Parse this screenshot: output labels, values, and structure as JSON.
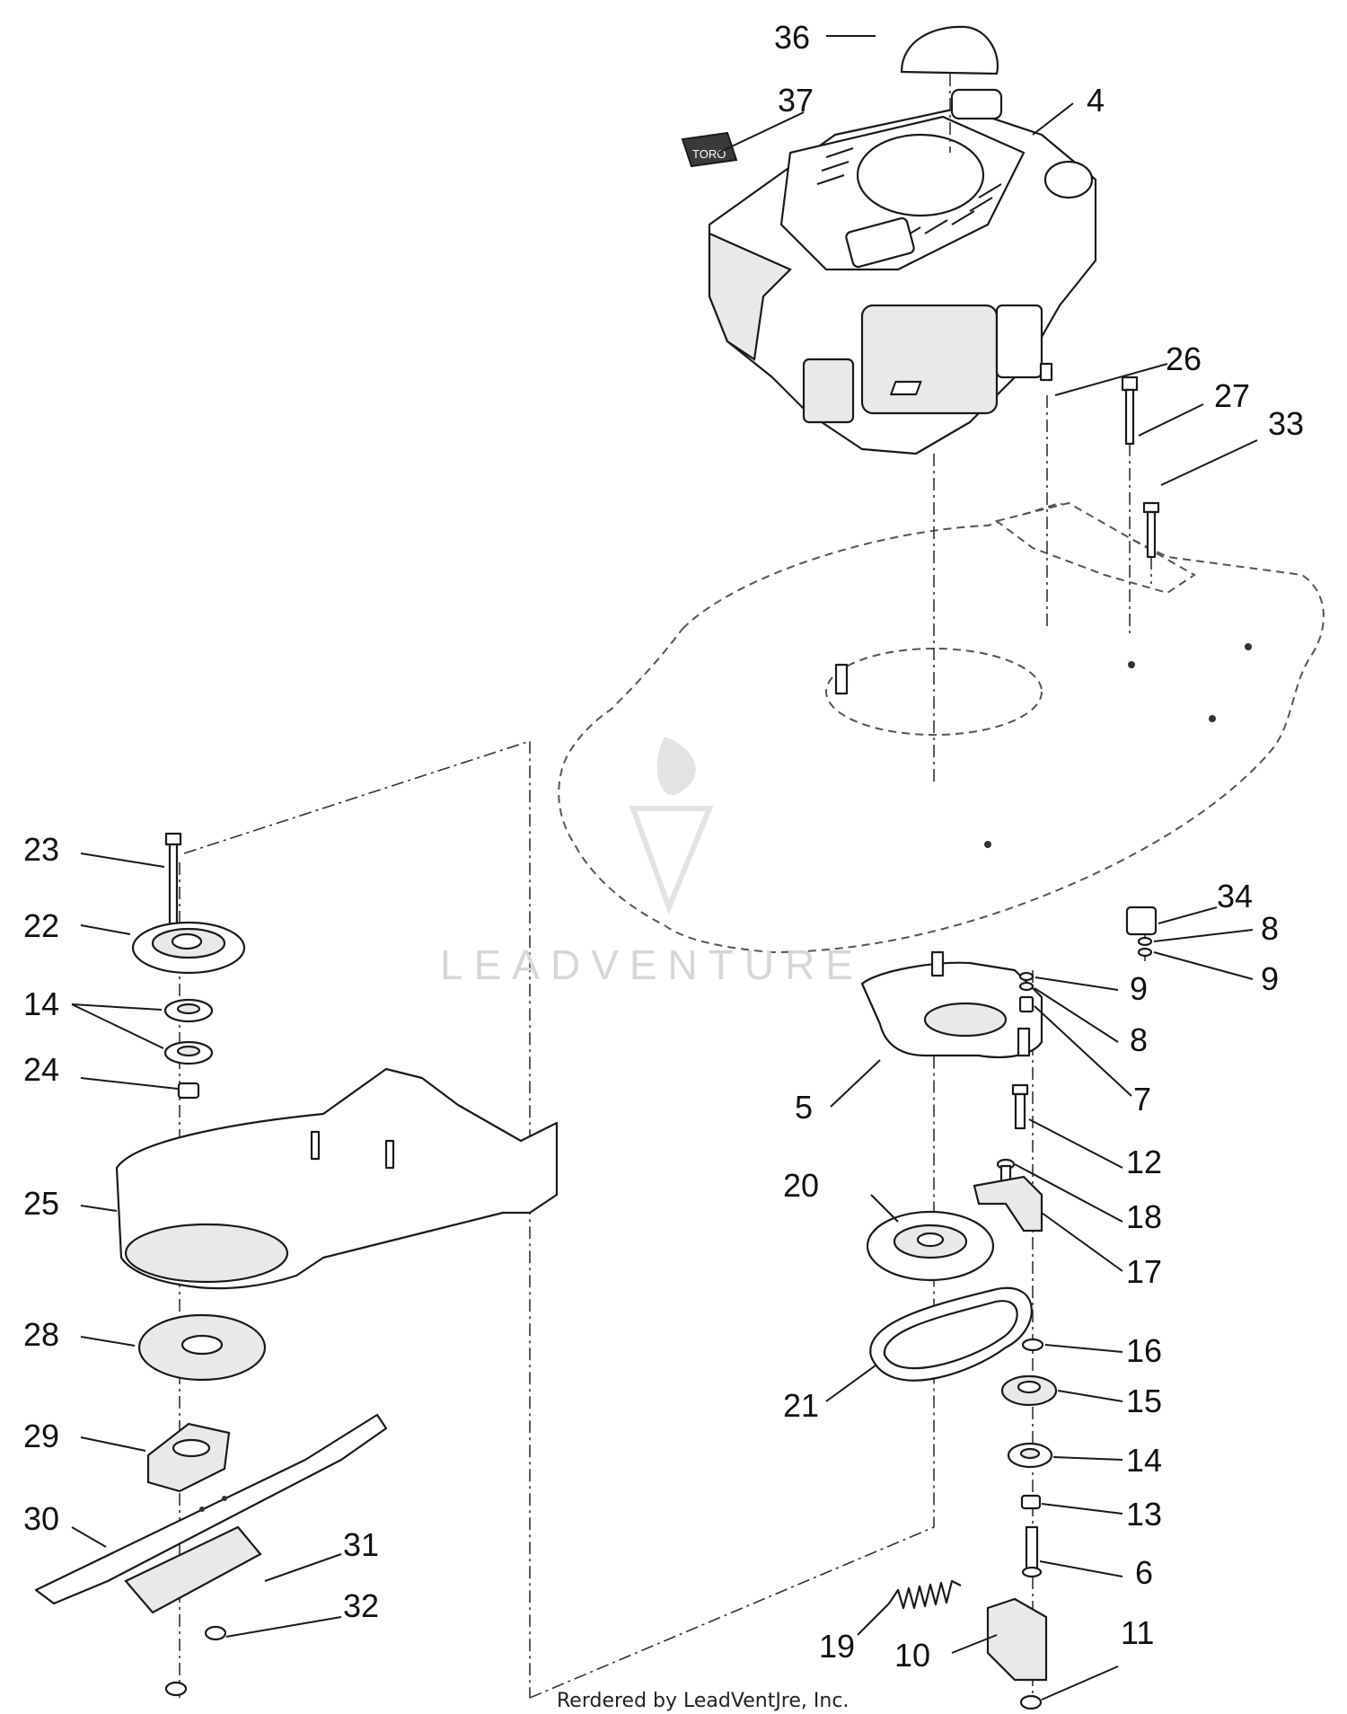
{
  "diagram": {
    "watermark_text": "LEADVENTURE",
    "footer_credit": "Rerdered by LeadVentJre, Inc.",
    "logo_label": "TORO",
    "callouts": [
      {
        "id": "c36",
        "label": "36"
      },
      {
        "id": "c37",
        "label": "37"
      },
      {
        "id": "c4",
        "label": "4"
      },
      {
        "id": "c26",
        "label": "26"
      },
      {
        "id": "c27",
        "label": "27"
      },
      {
        "id": "c33",
        "label": "33"
      },
      {
        "id": "c23",
        "label": "23"
      },
      {
        "id": "c22",
        "label": "22"
      },
      {
        "id": "c14a",
        "label": "14"
      },
      {
        "id": "c24",
        "label": "24"
      },
      {
        "id": "c25",
        "label": "25"
      },
      {
        "id": "c28",
        "label": "28"
      },
      {
        "id": "c29",
        "label": "29"
      },
      {
        "id": "c30",
        "label": "30"
      },
      {
        "id": "c31",
        "label": "31"
      },
      {
        "id": "c32",
        "label": "32"
      },
      {
        "id": "c34",
        "label": "34"
      },
      {
        "id": "c8a",
        "label": "8"
      },
      {
        "id": "c9a",
        "label": "9"
      },
      {
        "id": "c9b",
        "label": "9"
      },
      {
        "id": "c8b",
        "label": "8"
      },
      {
        "id": "c7",
        "label": "7"
      },
      {
        "id": "c5",
        "label": "5"
      },
      {
        "id": "c12",
        "label": "12"
      },
      {
        "id": "c20",
        "label": "20"
      },
      {
        "id": "c18",
        "label": "18"
      },
      {
        "id": "c17",
        "label": "17"
      },
      {
        "id": "c16",
        "label": "16"
      },
      {
        "id": "c21",
        "label": "21"
      },
      {
        "id": "c15",
        "label": "15"
      },
      {
        "id": "c14b",
        "label": "14"
      },
      {
        "id": "c13",
        "label": "13"
      },
      {
        "id": "c6",
        "label": "6"
      },
      {
        "id": "c19",
        "label": "19"
      },
      {
        "id": "c10",
        "label": "10"
      },
      {
        "id": "c11",
        "label": "11"
      }
    ]
  }
}
